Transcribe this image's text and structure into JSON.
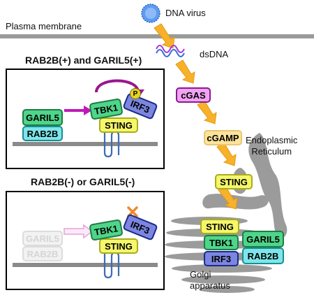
{
  "labels": {
    "virus": "DNA virus",
    "membrane": "Plasma membrane",
    "dsdna": "dsDNA",
    "er": "Endoplasmic\nReticulum",
    "golgi": "Golgi\napparatus",
    "panel_top_title": "RAB2B(+) and GARIL5(+)",
    "panel_bottom_title": "RAB2B(-) or GARIL5(-)",
    "phospho": "P"
  },
  "proteins": {
    "cgas": "cGAS",
    "cgamp": "cGAMP",
    "sting": "STING",
    "tbk1": "TBK1",
    "irf3": "IRF3",
    "garil5": "GARIL5",
    "rab2b": "RAB2B"
  },
  "colors": {
    "membrane": "#9a9a9a",
    "flow_arrow": "#f7b12a",
    "er_golgi": "#9b9b9b",
    "purple_arrow": "#a1159f",
    "inhibit_x": "#f0882e"
  }
}
